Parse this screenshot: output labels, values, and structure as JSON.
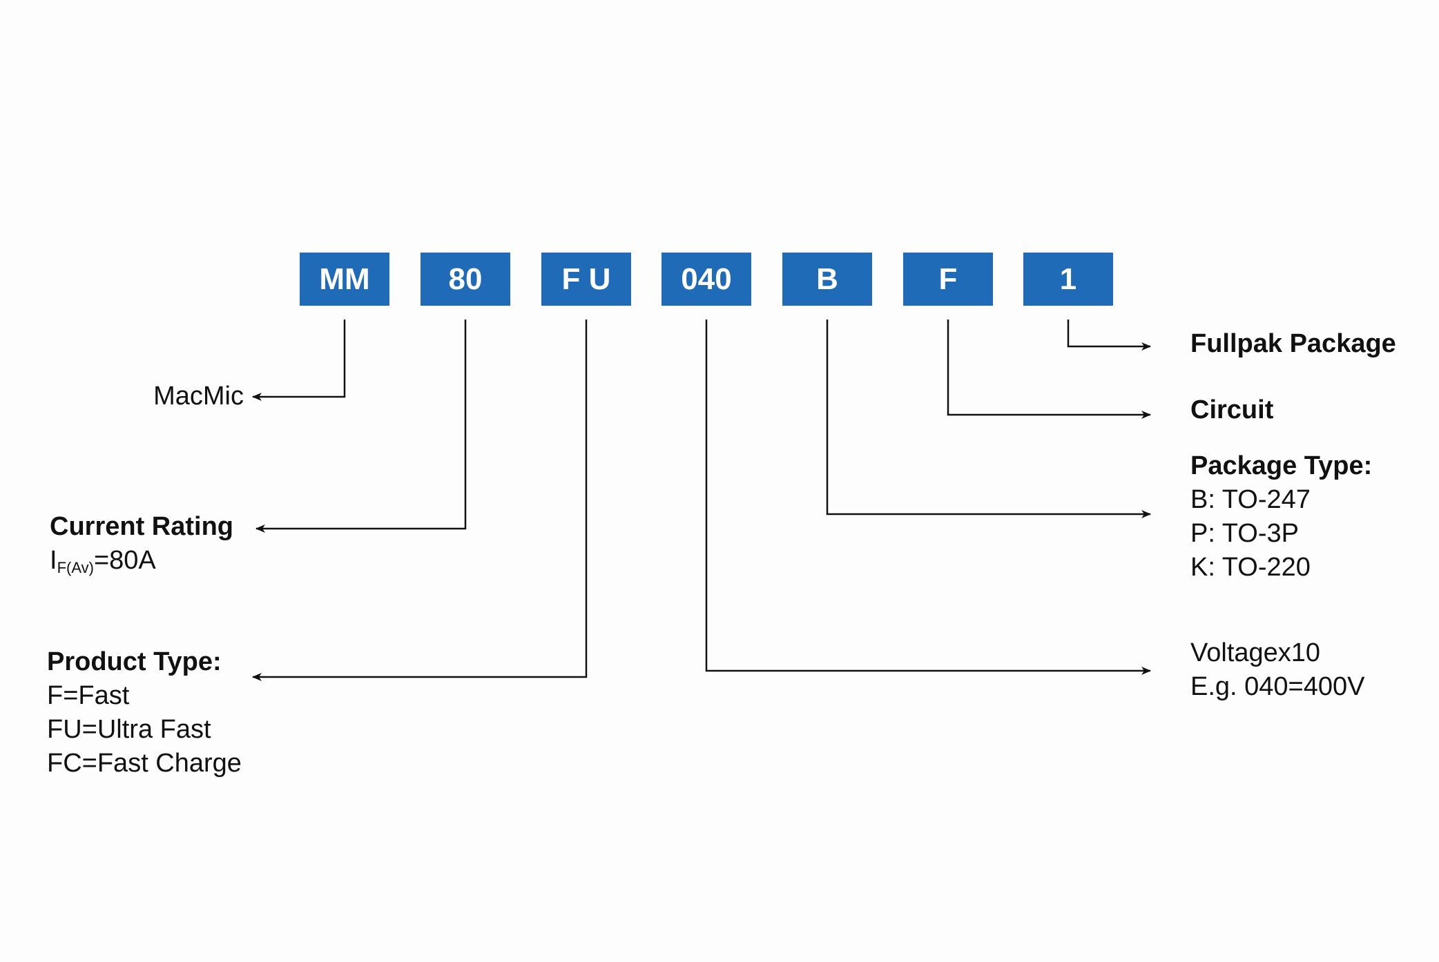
{
  "segments": [
    {
      "id": "mm",
      "code": "MM"
    },
    {
      "id": "80",
      "code": "80"
    },
    {
      "id": "fu",
      "code": "F U"
    },
    {
      "id": "040",
      "code": "040"
    },
    {
      "id": "b",
      "code": "B"
    },
    {
      "id": "f",
      "code": "F"
    },
    {
      "id": "1",
      "code": "1"
    }
  ],
  "labels": {
    "macmic": {
      "text": "MacMic"
    },
    "current_rating": {
      "title": "Current Rating",
      "i_symbol": "I",
      "i_subscript": "F(Av)",
      "i_value": "=80A"
    },
    "product_type": {
      "title": "Product Type:",
      "lines": [
        "F=Fast",
        "FU=Ultra Fast",
        "FC=Fast Charge"
      ]
    },
    "fullpak": {
      "title": "Fullpak Package"
    },
    "circuit": {
      "title": "Circuit"
    },
    "package_type": {
      "title": "Package Type:",
      "lines": [
        "B: TO-247",
        "P: TO-3P",
        "K: TO-220"
      ]
    },
    "voltage": {
      "lines": [
        "Voltagex10",
        "E.g. 040=400V"
      ]
    }
  },
  "colors": {
    "box_fill": "#1f6bb8",
    "box_text": "#ffffff",
    "line": "#111111",
    "text": "#111111"
  }
}
